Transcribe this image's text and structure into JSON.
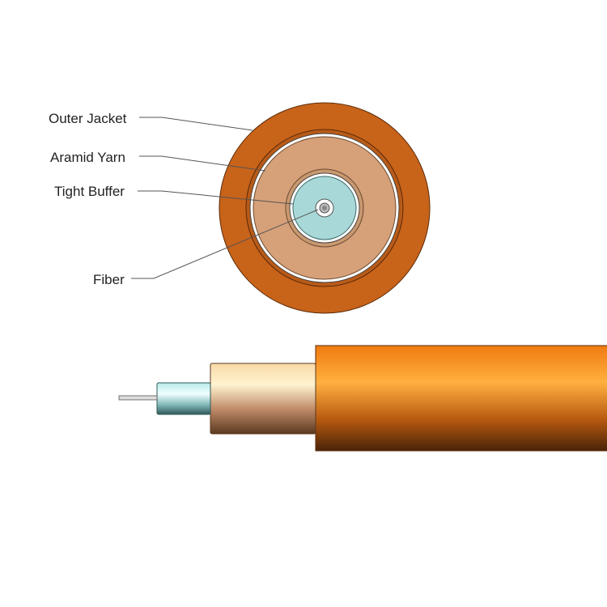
{
  "labels": {
    "outer_jacket": "Outer Jacket",
    "aramid_yarn": "Aramid Yarn",
    "tight_buffer": "Tight Buffer",
    "fiber": "Fiber"
  },
  "colors": {
    "jacket": "#c8631a",
    "aramid": "#d6a079",
    "buffer": "#a8d8d8",
    "fiber": "#999999"
  }
}
